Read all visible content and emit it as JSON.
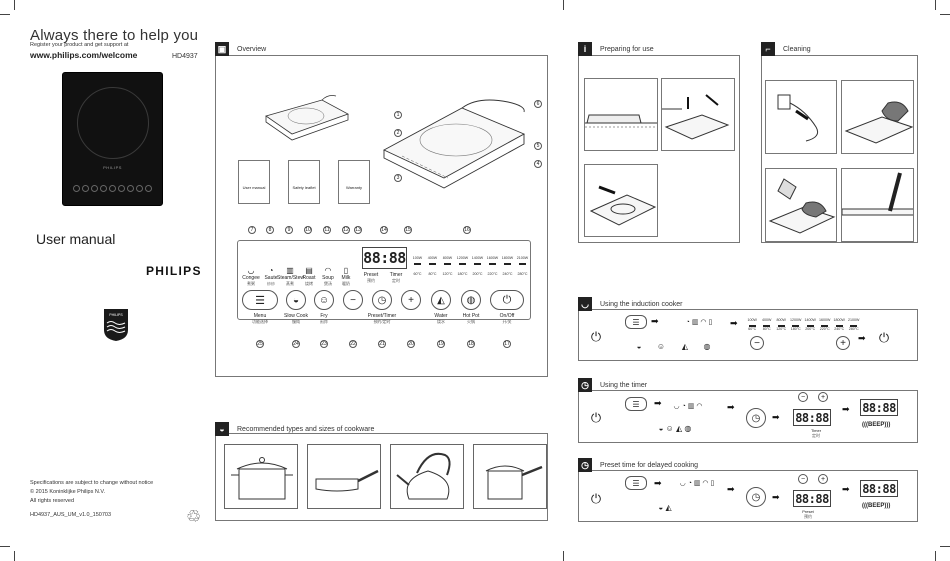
{
  "cover": {
    "tagline": "Always there to help you",
    "register": "Register your product and get support at",
    "url": "www.philips.com/welcome",
    "model": "HD4937",
    "hob_brand": "PHILIPS",
    "title": "User manual",
    "brand": "PHILIPS",
    "specs": [
      "Specifications are subject to change without notice",
      "© 2015 Koninklijke Philips N.V.",
      "All rights reserved"
    ],
    "code": "HD4937_AUS_UM_v1.0_150703"
  },
  "overview": {
    "title": "Overview",
    "docs": [
      "User manual",
      "Safety leaflet",
      "Warranty"
    ],
    "callouts": [
      "1",
      "2",
      "3",
      "4",
      "5",
      "6"
    ],
    "top_numbers": [
      "7",
      "8",
      "9",
      "10",
      "11",
      "12",
      "13",
      "14",
      "15",
      "16"
    ],
    "functions": [
      {
        "label": "Congee",
        "sub": "煮粥"
      },
      {
        "label": "Saute",
        "sub": "炒炒"
      },
      {
        "label": "Steam/Stew",
        "sub": "蒸煮"
      },
      {
        "label": "Roast",
        "sub": "烧烤"
      },
      {
        "label": "Soup",
        "sub": "煲汤"
      },
      {
        "label": "Milk",
        "sub": "暖奶"
      }
    ],
    "preset": {
      "label": "Preset",
      "sub": "预约"
    },
    "timer": {
      "label": "Timer",
      "sub": "定时"
    },
    "display": "88:88",
    "watts": [
      "100W",
      "400W",
      "800W",
      "1200W",
      "1400W",
      "1600W",
      "1800W",
      "2100W"
    ],
    "temps": [
      "60°C",
      "80°C",
      "120°C",
      "180°C",
      "200°C",
      "220°C",
      "240°C",
      "280°C"
    ],
    "buttons": [
      {
        "label": "Menu",
        "sub": "功能选择",
        "num": "25",
        "glyph": "☰"
      },
      {
        "label": "Slow Cook",
        "sub": "慢炖",
        "num": "24",
        "glyph": "◒"
      },
      {
        "label": "Fry",
        "sub": "煎炸",
        "num": "23",
        "glyph": "☺"
      },
      {
        "label": "",
        "sub": "",
        "num": "22",
        "glyph": "−"
      },
      {
        "label": "Preset/Timer",
        "sub": "预约/定时",
        "num": "21",
        "glyph": "◷"
      },
      {
        "label": "",
        "sub": "",
        "num": "20",
        "glyph": "+"
      },
      {
        "label": "Water",
        "sub": "烧水",
        "num": "19",
        "glyph": "◭"
      },
      {
        "label": "Hot Pot",
        "sub": "火锅",
        "num": "18",
        "glyph": "◍"
      },
      {
        "label": "On/Off",
        "sub": "开/关",
        "num": "17",
        "glyph": "⏻"
      }
    ]
  },
  "cookware": {
    "title": "Recommended types and sizes of cookware"
  },
  "preparing": {
    "title": "Preparing for use"
  },
  "cleaning": {
    "title": "Cleaning"
  },
  "using": {
    "title": "Using the induction cooker",
    "watts": [
      "100W",
      "400W",
      "800W",
      "1200W",
      "1400W",
      "1600W",
      "1800W",
      "2100W"
    ],
    "temps": [
      "60°C",
      "80°C",
      "120°C",
      "180°C",
      "200°C",
      "220°C",
      "240°C",
      "280°C"
    ]
  },
  "timer_sec": {
    "title": "Using the timer",
    "display": "88:88",
    "beep": "(((BEEP)))",
    "tlabel": "Timer",
    "tsub": "定时"
  },
  "preset_sec": {
    "title": "Preset time for delayed cooking",
    "display": "88:88",
    "beep": "(((BEEP)))",
    "plabel": "Preset",
    "psub": "预约"
  }
}
